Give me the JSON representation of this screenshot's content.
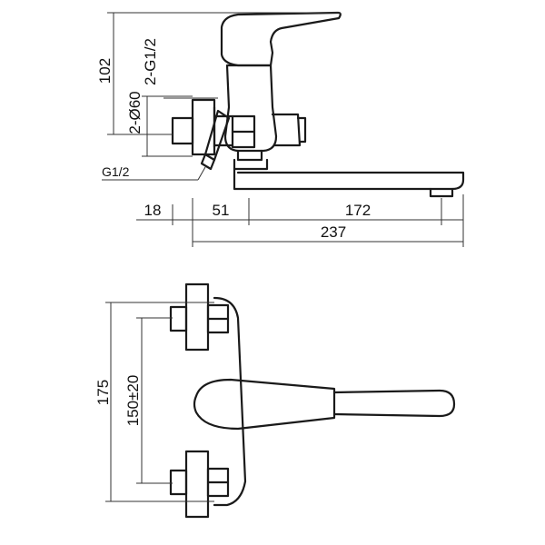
{
  "drawing": {
    "dimensions": {
      "d102": "102",
      "dG12_pair": "2-G1/2",
      "dDia60": "2-Ø60",
      "dG12": "G1/2",
      "d18": "18",
      "d51": "51",
      "d172": "172",
      "d237": "237",
      "d175": "175",
      "d150": "150±20"
    },
    "colors": {
      "line": "#1a1a1a",
      "background": "#ffffff"
    }
  }
}
